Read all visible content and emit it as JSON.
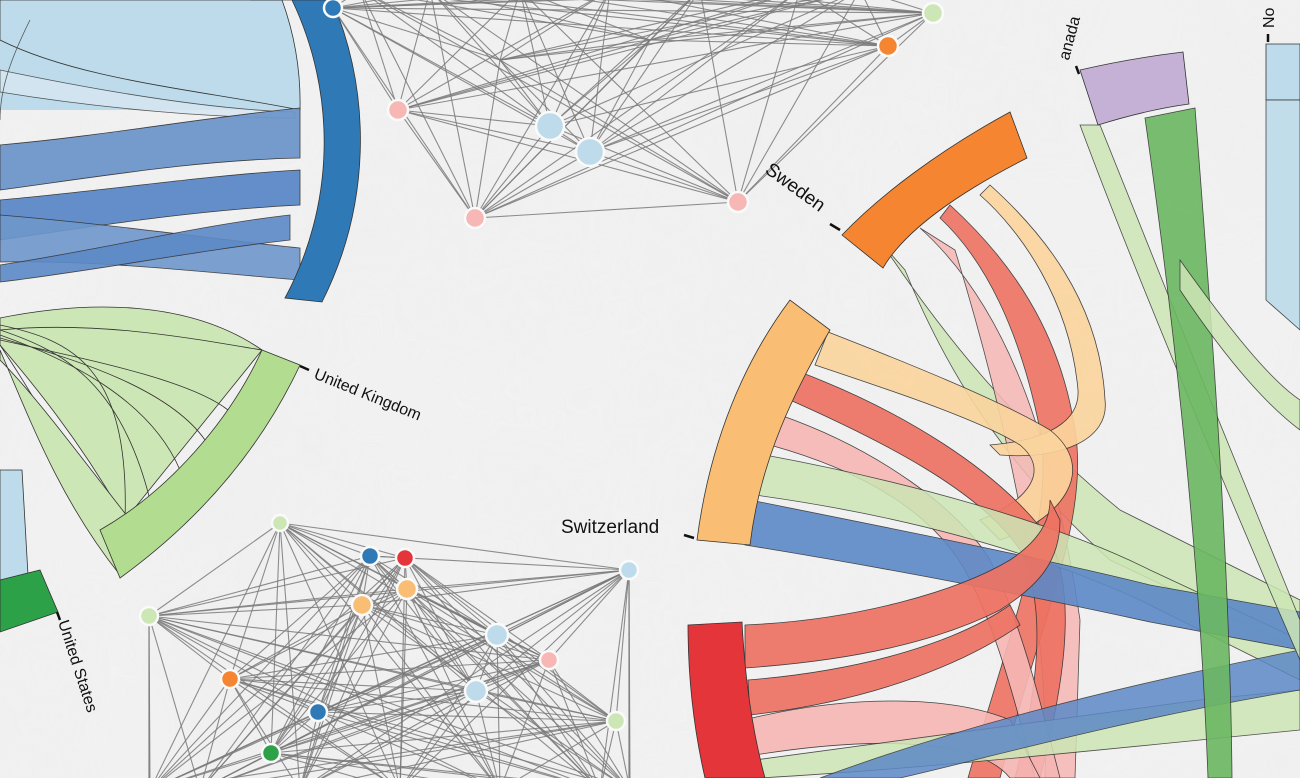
{
  "countries": [
    {
      "label": "United Kingdom",
      "color": "#b2dc8f"
    },
    {
      "label": "United States",
      "color": "#2ca148"
    },
    {
      "label": "Sweden",
      "color": "#f58530"
    },
    {
      "label": "Switzerland",
      "color": "#f9bd73"
    },
    {
      "label": "anada",
      "color": "#c5b0d6"
    },
    {
      "label": "No",
      "color": "#bad9ea"
    }
  ],
  "colors": {
    "background": "#ebebeb",
    "light_blue": "#bddbea",
    "dark_blue": "#2e79b6",
    "mid_blue": "#5d89c7",
    "light_green": "#cde6b5",
    "green": "#b2dc8f",
    "dark_green": "#2ca148",
    "red": "#e3353a",
    "salmon": "#ee7363",
    "pink": "#f6b7b5",
    "orange": "#f58530",
    "light_orange": "#f9bd73",
    "peach": "#fbd59d",
    "lavender": "#c5b0d6",
    "edge": "#7a7a7a"
  },
  "graphs": {
    "top": {
      "nodes": [
        "dark_blue",
        "pink",
        "light_blue",
        "light_blue",
        "pink",
        "pink",
        "orange",
        "light_green"
      ]
    },
    "bottom": {
      "nodes": [
        "light_green",
        "light_green",
        "dark_blue",
        "red",
        "light_orange",
        "light_orange",
        "light_blue",
        "pink",
        "orange",
        "light_blue",
        "dark_blue",
        "dark_green",
        "light_green",
        "light_blue"
      ]
    }
  }
}
